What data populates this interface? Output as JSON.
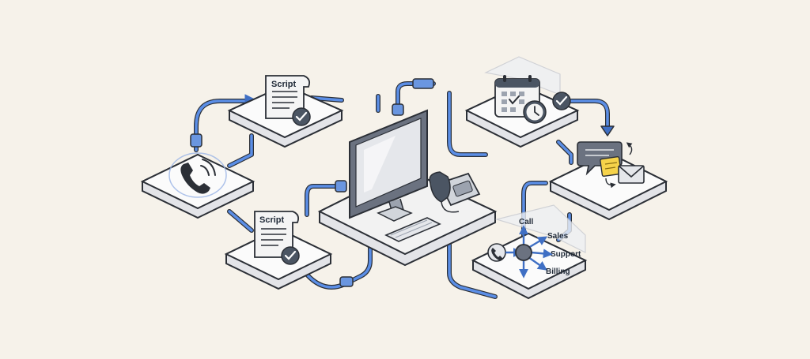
{
  "palette": {
    "background": "#f6f2ea",
    "cable": "#5b8ee6",
    "cable_dark": "#3f6fc4",
    "outline": "#2b2f36",
    "platform_top": "#fbfbfb",
    "platform_side": "#e3e4e8",
    "check_badge": "#4b5563",
    "sticky_note": "#f6d34a"
  },
  "nodes": {
    "script_top": {
      "label": "Script",
      "icons": [
        "document-icon",
        "check-icon"
      ]
    },
    "phone": {
      "icons": [
        "phone-ringing-icon"
      ]
    },
    "script_bottom": {
      "label": "Script",
      "icons": [
        "document-icon",
        "check-icon"
      ]
    },
    "workstation": {
      "icons": [
        "monitor-icon",
        "desk-phone-icon",
        "keyboard-icon"
      ]
    },
    "calendar": {
      "icons": [
        "calendar-icon",
        "clock-icon",
        "check-icon"
      ]
    },
    "messaging": {
      "icons": [
        "chat-icon",
        "sticky-note-icon",
        "envelope-icon"
      ]
    },
    "routing": {
      "source_label": "Call",
      "destinations": [
        "Sales",
        "Support",
        "Billing"
      ],
      "icons": [
        "phone-badge-icon",
        "hub-icon"
      ]
    }
  }
}
